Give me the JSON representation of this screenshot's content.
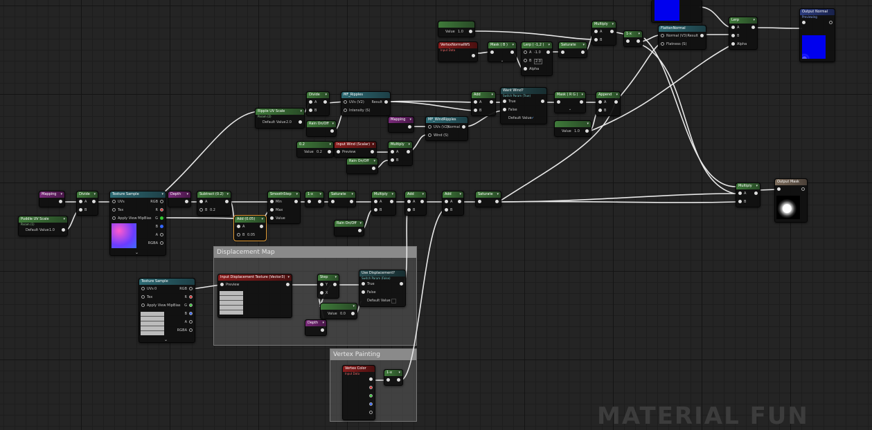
{
  "watermark": "MATERIAL FUN",
  "comments": {
    "displacement": "Displacement Map",
    "vertex": "Vertex Painting"
  },
  "nodes": {
    "const_a": {
      "value_label": "Value",
      "value": "1.0"
    },
    "vertex_normal": {
      "title": "VertexNormalWS",
      "sub": "Input Data"
    },
    "mask_b": {
      "title": "Mask ( B )"
    },
    "lerp": {
      "title": "Lerp ( -1,2 )",
      "a_label": "A",
      "a_val": "-1.0",
      "b_label": "B",
      "b_val": "2.0",
      "alpha": "Alpha"
    },
    "saturate_top": {
      "title": "Saturate"
    },
    "multiply_top": {
      "title": "Multiply",
      "a": "A",
      "b": "B"
    },
    "one_minus_top": {
      "title": "1-x"
    },
    "flatten_normal": {
      "title": "FlattenNormal",
      "in1": "Normal (V3)",
      "out": "Result",
      "in2": "Flatness (S)"
    },
    "lerp_right": {
      "title": "Lerp",
      "a": "A",
      "b": "B",
      "alpha": "Alpha"
    },
    "output_normal": {
      "title": "Output Normal",
      "sub": "Previewing"
    },
    "divide_mid": {
      "title": "Divide",
      "a": "A",
      "b": "B"
    },
    "mf_ripples": {
      "title": "MF_Ripples",
      "in1": "UVs (V2)",
      "out": "Result",
      "in2": "Intensity (S)"
    },
    "ripple_uv": {
      "title": "Ripple UV Scale",
      "sub": "Param (2)",
      "dv_label": "Default Value",
      "dv": "2.0"
    },
    "rain_onoff1": {
      "title": "Rain On/Off"
    },
    "add_mid": {
      "title": "Add",
      "a": "A",
      "b": "B"
    },
    "want_wind": {
      "title": "Want Wind?",
      "sub": "Switch Param (True)",
      "t": "True",
      "f": "False",
      "dv": "Default Value"
    },
    "mask_rg": {
      "title": "Mask ( R G )"
    },
    "append": {
      "title": "Append",
      "a": "A",
      "b": "B"
    },
    "const_b": {
      "value_label": "Value",
      "value": "1.0"
    },
    "mapping_mid": {
      "title": "Mapping"
    },
    "mf_wind": {
      "title": "MF_WindRipples",
      "in1": "UVs (V2)",
      "out": "Normal",
      "in2": "Wind (S)"
    },
    "const_c": {
      "title": "0.2",
      "value_label": "Value",
      "value": "0.2"
    },
    "input_wind": {
      "title": "Input Wind (Scalar)",
      "prev": "Preview"
    },
    "multiply_mid": {
      "title": "Multiply",
      "a": "A",
      "b": "B"
    },
    "rain_onoff2": {
      "title": "Rain On/Off"
    },
    "mapping_left": {
      "title": "Mapping"
    },
    "divide_left": {
      "title": "Divide",
      "a": "A",
      "b": "B"
    },
    "puddle_uv": {
      "title": "Puddle UV Scale",
      "sub": "Param (1)",
      "dv_label": "Default Value",
      "dv": "1.0"
    },
    "texture_sample1": {
      "title": "Texture Sample",
      "uvs": "UVs",
      "tex": "Tex",
      "amip": "Apply View MipBias",
      "rgb": "RGB",
      "r": "R",
      "g": "G",
      "b": "B",
      "a": "A",
      "rgba": "RGBA"
    },
    "depth1": {
      "title": "Depth"
    },
    "subtract": {
      "title": "Subtract (0.2)",
      "a": "A",
      "b": "B",
      "b_val": "0.2"
    },
    "add_005": {
      "title": "Add (0.05)",
      "a": "A",
      "b": "B",
      "b_val": "0.05"
    },
    "smoothstep": {
      "title": "SmoothStep",
      "min": "Min",
      "max": "Max",
      "value": "Value"
    },
    "one_minus_mid": {
      "title": "1-x"
    },
    "saturate_mid": {
      "title": "Saturate"
    },
    "multiply_low": {
      "title": "Multiply",
      "a": "A",
      "b": "B"
    },
    "rain_onoff3": {
      "title": "Rain On/Off"
    },
    "add_low1": {
      "title": "Add",
      "a": "A",
      "b": "B"
    },
    "add_low2": {
      "title": "Add",
      "a": "A",
      "b": "B"
    },
    "saturate_low": {
      "title": "Saturate"
    },
    "multiply_right": {
      "title": "Multiply",
      "a": "A",
      "b": "B"
    },
    "output_mask": {
      "title": "Output Mask"
    },
    "texture_sample2": {
      "title": "Texture Sample",
      "uvs": "UVs",
      "uvs_val": "0",
      "tex": "Tex",
      "amip": "Apply View MipBias",
      "rgb": "RGB",
      "r": "R",
      "g": "G",
      "b": "B",
      "a": "A",
      "rgba": "RGBA"
    },
    "input_disp": {
      "title": "Input Displacement Texture (Vector3)",
      "prev": "Preview"
    },
    "step": {
      "title": "Step",
      "y": "Y",
      "x": "X"
    },
    "const_d": {
      "value_label": "Value",
      "value": "0.0"
    },
    "depth2": {
      "title": "Depth"
    },
    "use_disp": {
      "title": "Use Displacement?",
      "sub": "Switch Param (False)",
      "t": "True",
      "f": "False",
      "dv": "Default Value"
    },
    "vertex_color": {
      "title": "Vertex Color",
      "sub": "Input Data"
    },
    "one_minus_low": {
      "title": "1-x"
    }
  }
}
